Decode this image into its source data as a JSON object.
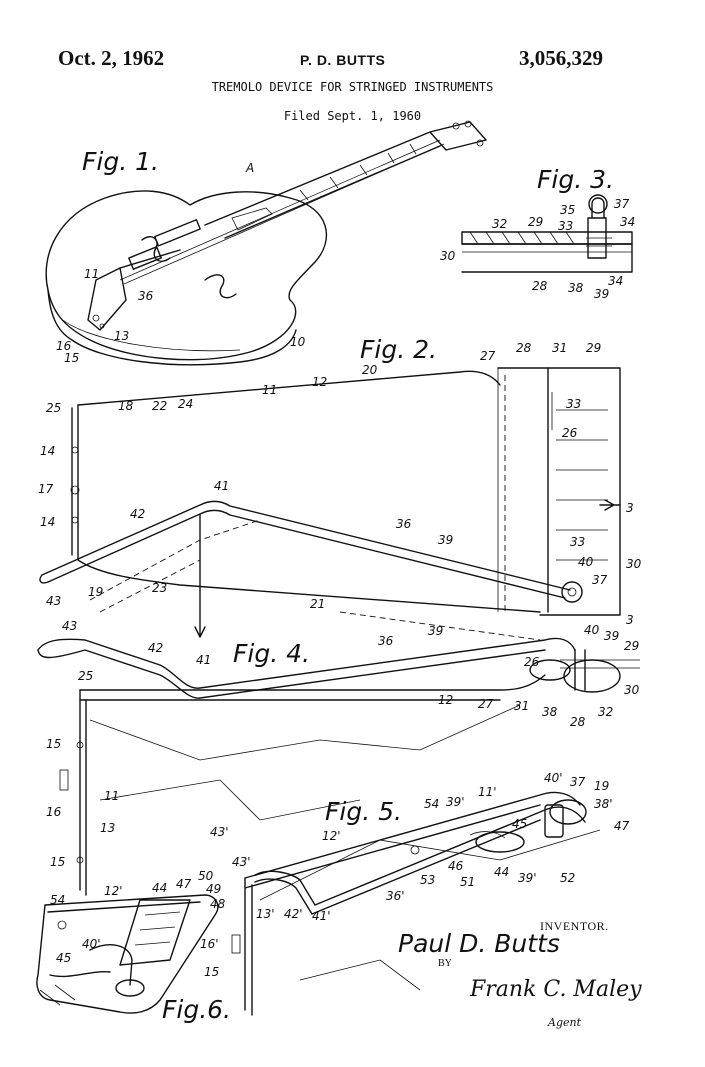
{
  "header": {
    "date": "Oct. 2, 1962",
    "inventor_short": "P. D. BUTTS",
    "patent_number": "3,056,329",
    "title": "TREMOLO DEVICE FOR STRINGED INSTRUMENTS",
    "filed": "Filed Sept. 1, 1960"
  },
  "figures": {
    "fig1": "Fig. 1.",
    "fig2": "Fig. 2.",
    "fig3": "Fig. 3.",
    "fig4": "Fig. 4.",
    "fig5": "Fig. 5.",
    "fig6": "Fig.6."
  },
  "refs": {
    "fig1": [
      "A",
      "11",
      "36",
      "13",
      "16",
      "15",
      "10"
    ],
    "fig2": [
      "25",
      "18",
      "22",
      "24",
      "11",
      "12",
      "20",
      "27",
      "28",
      "31",
      "29",
      "33",
      "26",
      "14",
      "17",
      "14",
      "41",
      "42",
      "36",
      "39",
      "3",
      "33",
      "40",
      "37",
      "30",
      "43",
      "19",
      "23",
      "21",
      "3"
    ],
    "fig3": [
      "37",
      "35",
      "34",
      "32",
      "29",
      "33",
      "30",
      "28",
      "38",
      "39",
      "34"
    ],
    "fig4": [
      "43",
      "42",
      "41",
      "36",
      "39",
      "40",
      "39",
      "29",
      "25",
      "26",
      "12",
      "27",
      "31",
      "38",
      "28",
      "32",
      "30",
      "15",
      "16",
      "11",
      "13",
      "15"
    ],
    "fig5": [
      "54",
      "39'",
      "11'",
      "40'",
      "37",
      "19",
      "38'",
      "45",
      "47",
      "12'",
      "43'",
      "46",
      "51",
      "44",
      "39'",
      "52",
      "43'",
      "53",
      "36'",
      "13'",
      "42'",
      "41'"
    ],
    "fig6": [
      "54",
      "12'",
      "44",
      "47",
      "50",
      "49",
      "48",
      "40'",
      "45",
      "16'",
      "15"
    ]
  },
  "inventor_block": {
    "caption": "INVENTOR.",
    "name": "Paul D. Butts",
    "by": "BY",
    "attorney_signature": "Frank C. Maley",
    "agent": "Agent"
  }
}
